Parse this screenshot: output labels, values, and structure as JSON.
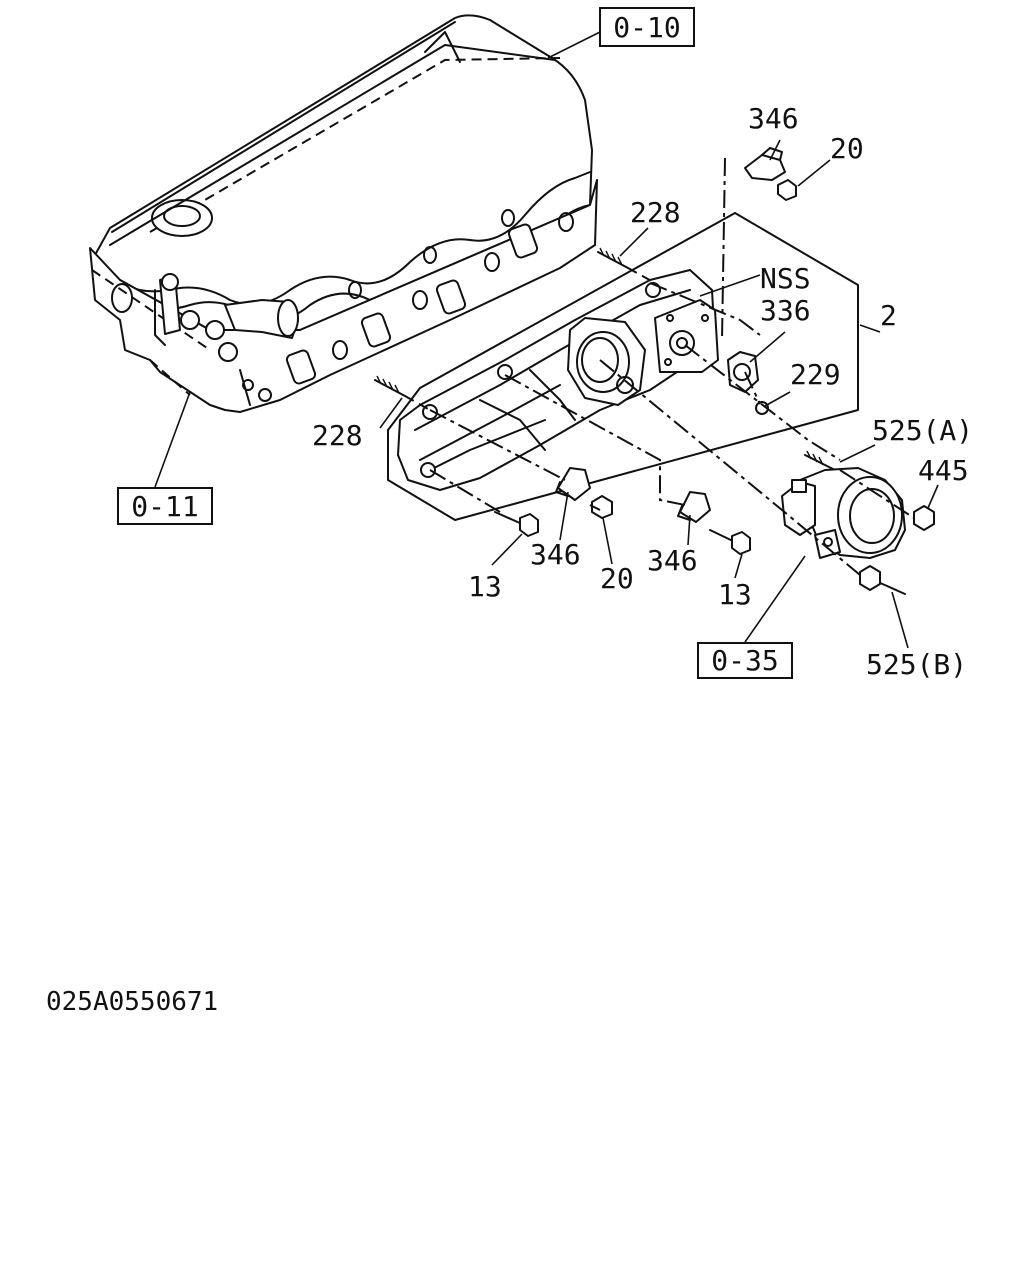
{
  "diagram": {
    "document_id": "025A0550671",
    "reference_boxes": [
      {
        "text": "0-10"
      },
      {
        "text": "0-11"
      },
      {
        "text": "0-35"
      }
    ],
    "callouts": [
      {
        "text": "346"
      },
      {
        "text": "20"
      },
      {
        "text": "228"
      },
      {
        "text": "NSS"
      },
      {
        "text": "336"
      },
      {
        "text": "2"
      },
      {
        "text": "229"
      },
      {
        "text": "228"
      },
      {
        "text": "525(A)"
      },
      {
        "text": "445"
      },
      {
        "text": "346"
      },
      {
        "text": "20"
      },
      {
        "text": "346"
      },
      {
        "text": "13"
      },
      {
        "text": "13"
      },
      {
        "text": "525(B)"
      }
    ]
  }
}
